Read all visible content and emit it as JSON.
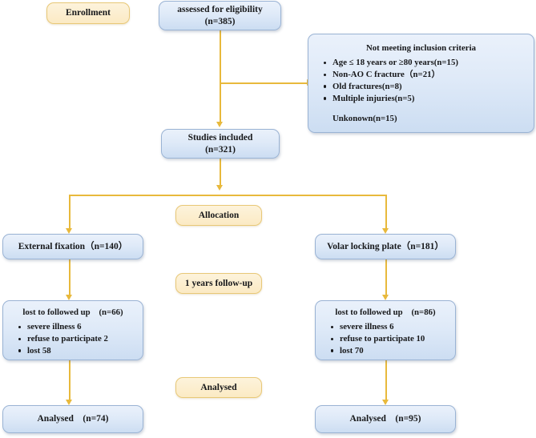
{
  "diagram": {
    "title": "CONSORT-style patient flow diagram",
    "colors": {
      "box_blue_border": "#9ab3d4",
      "box_blue_fill": "#dfeaf8",
      "box_yellow_border": "#e8c877",
      "box_yellow_fill": "#fbeac4",
      "connector": "#e8b93c",
      "text": "#17181a"
    }
  },
  "stages": {
    "enrollment": "Enrollment",
    "allocation": "Allocation",
    "followup": "1 years follow-up",
    "analysed": "Analysed"
  },
  "nodes": {
    "assessed": {
      "line1": "assessed for eligibility",
      "line2": "(n=385)"
    },
    "excluded": {
      "title": "Not meeting inclusion criteria",
      "items": [
        "Age ≤ 18 years or ≥80 years(n=15)",
        "Non-AO C fracture（n=21）",
        "Old fractures(n=8)",
        "Multiple injuries(n=5)"
      ],
      "note": "Unkonown(n=15)"
    },
    "included": {
      "line1": "Studies included",
      "line2": "(n=321)"
    },
    "left_group": {
      "label": "External fixation（n=140）"
    },
    "right_group": {
      "label": "Volar locking plate（n=181）"
    },
    "left_lost": {
      "title": "lost to followed up　(n=66)",
      "items": [
        "severe illness 6",
        "refuse to participate 2",
        "lost 58"
      ]
    },
    "right_lost": {
      "title": "lost to followed up　(n=86)",
      "items": [
        "severe illness 6",
        "refuse to participate 10",
        "lost  70"
      ]
    },
    "left_analysed": {
      "label": "Analysed　(n=74)"
    },
    "right_analysed": {
      "label": "Analysed　(n=95)"
    }
  }
}
